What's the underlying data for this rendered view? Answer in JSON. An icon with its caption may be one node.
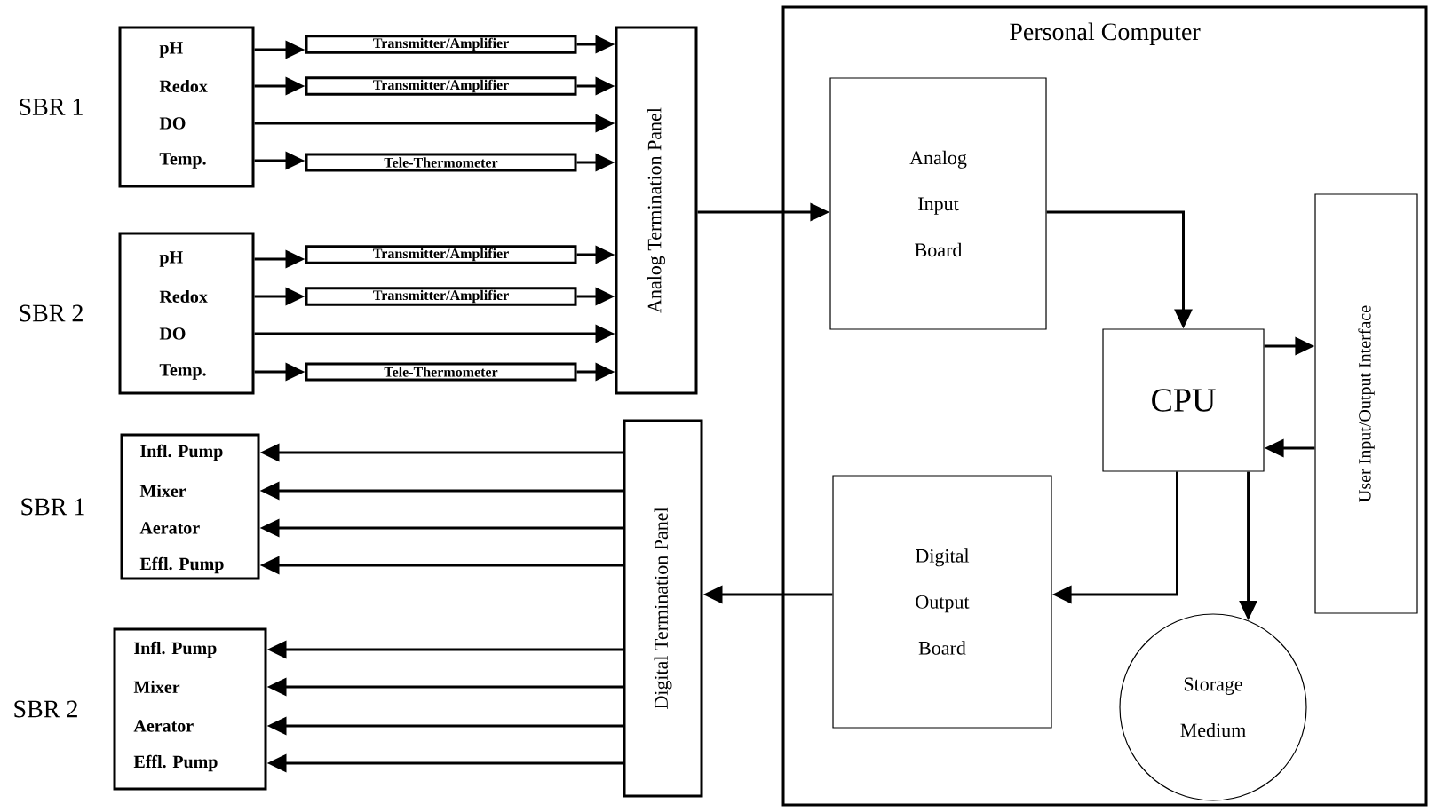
{
  "diagram": {
    "nodes": [
      {
        "text": [
          "SBR 1",
          "pH",
          "Redox",
          "DO",
          "Temp."
        ]
      },
      {
        "text": [
          "Transmitter/Amplifier"
        ]
      },
      {
        "text": [
          "Transmitter/Amplifier"
        ]
      },
      {
        "text": [
          "Tele-Thermometer"
        ]
      },
      {
        "text": [
          "SBR 2",
          "pH",
          "Redox",
          "DO",
          "Temp."
        ]
      },
      {
        "text": [
          "Transmitter/Amplifier"
        ]
      },
      {
        "text": [
          "Transmitter/Amplifier"
        ]
      },
      {
        "text": [
          "Tele-Thermometer"
        ]
      },
      {
        "text": [
          "Analog Termination Panel"
        ]
      },
      {
        "text": [
          "SBR 1",
          "Infl. Pump",
          "Mixer",
          "Aerator",
          "Effl. Pump"
        ]
      },
      {
        "text": [
          "SBR 2",
          "Infl. Pump",
          "Mixer",
          "Aerator",
          "Effl. Pump"
        ]
      },
      {
        "text": [
          "Digital Termination Panel"
        ]
      },
      {
        "text": [
          "Personal Computer"
        ]
      },
      {
        "text": [
          "Analog Input Board"
        ],
        "in": 12
      },
      {
        "text": [
          "CPU"
        ],
        "in": 12
      },
      {
        "text": [
          "User Input/Output Interface"
        ],
        "in": 12
      },
      {
        "text": [
          "Digital Output Board"
        ],
        "in": 12
      },
      {
        "text": [
          "Storage Medium"
        ],
        "in": 12
      }
    ],
    "edges": [
      {
        "from": 0,
        "to": 1,
        "arrow": "to"
      },
      {
        "from": 1,
        "to": 8,
        "arrow": "to"
      },
      {
        "from": 0,
        "to": 2,
        "arrow": "to"
      },
      {
        "from": 2,
        "to": 8,
        "arrow": "to"
      },
      {
        "from": 0,
        "to": 8,
        "arrow": "to"
      },
      {
        "from": 0,
        "to": 3,
        "arrow": "to"
      },
      {
        "from": 3,
        "to": 8,
        "arrow": "to"
      },
      {
        "from": 4,
        "to": 5,
        "arrow": "to"
      },
      {
        "from": 5,
        "to": 8,
        "arrow": "to"
      },
      {
        "from": 4,
        "to": 6,
        "arrow": "to"
      },
      {
        "from": 6,
        "to": 8,
        "arrow": "to"
      },
      {
        "from": 4,
        "to": 8,
        "arrow": "to"
      },
      {
        "from": 4,
        "to": 7,
        "arrow": "to"
      },
      {
        "from": 7,
        "to": 8,
        "arrow": "to"
      },
      {
        "from": 8,
        "to": 13,
        "arrow": "to"
      },
      {
        "from": 13,
        "to": 14,
        "arrow": "to"
      },
      {
        "from": 14,
        "to": 15,
        "arrow": "to"
      },
      {
        "from": 15,
        "to": 14,
        "arrow": "to"
      },
      {
        "from": 14,
        "to": 16,
        "arrow": "to"
      },
      {
        "from": 14,
        "to": 17,
        "arrow": "to"
      },
      {
        "from": 16,
        "to": 11,
        "arrow": "to"
      },
      {
        "from": 11,
        "to": 9,
        "arrow": "to"
      },
      {
        "from": 11,
        "to": 9,
        "arrow": "to"
      },
      {
        "from": 11,
        "to": 9,
        "arrow": "to"
      },
      {
        "from": 11,
        "to": 9,
        "arrow": "to"
      },
      {
        "from": 11,
        "to": 10,
        "arrow": "to"
      },
      {
        "from": 11,
        "to": 10,
        "arrow": "to"
      },
      {
        "from": 11,
        "to": 10,
        "arrow": "to"
      },
      {
        "from": 11,
        "to": 10,
        "arrow": "to"
      }
    ]
  }
}
